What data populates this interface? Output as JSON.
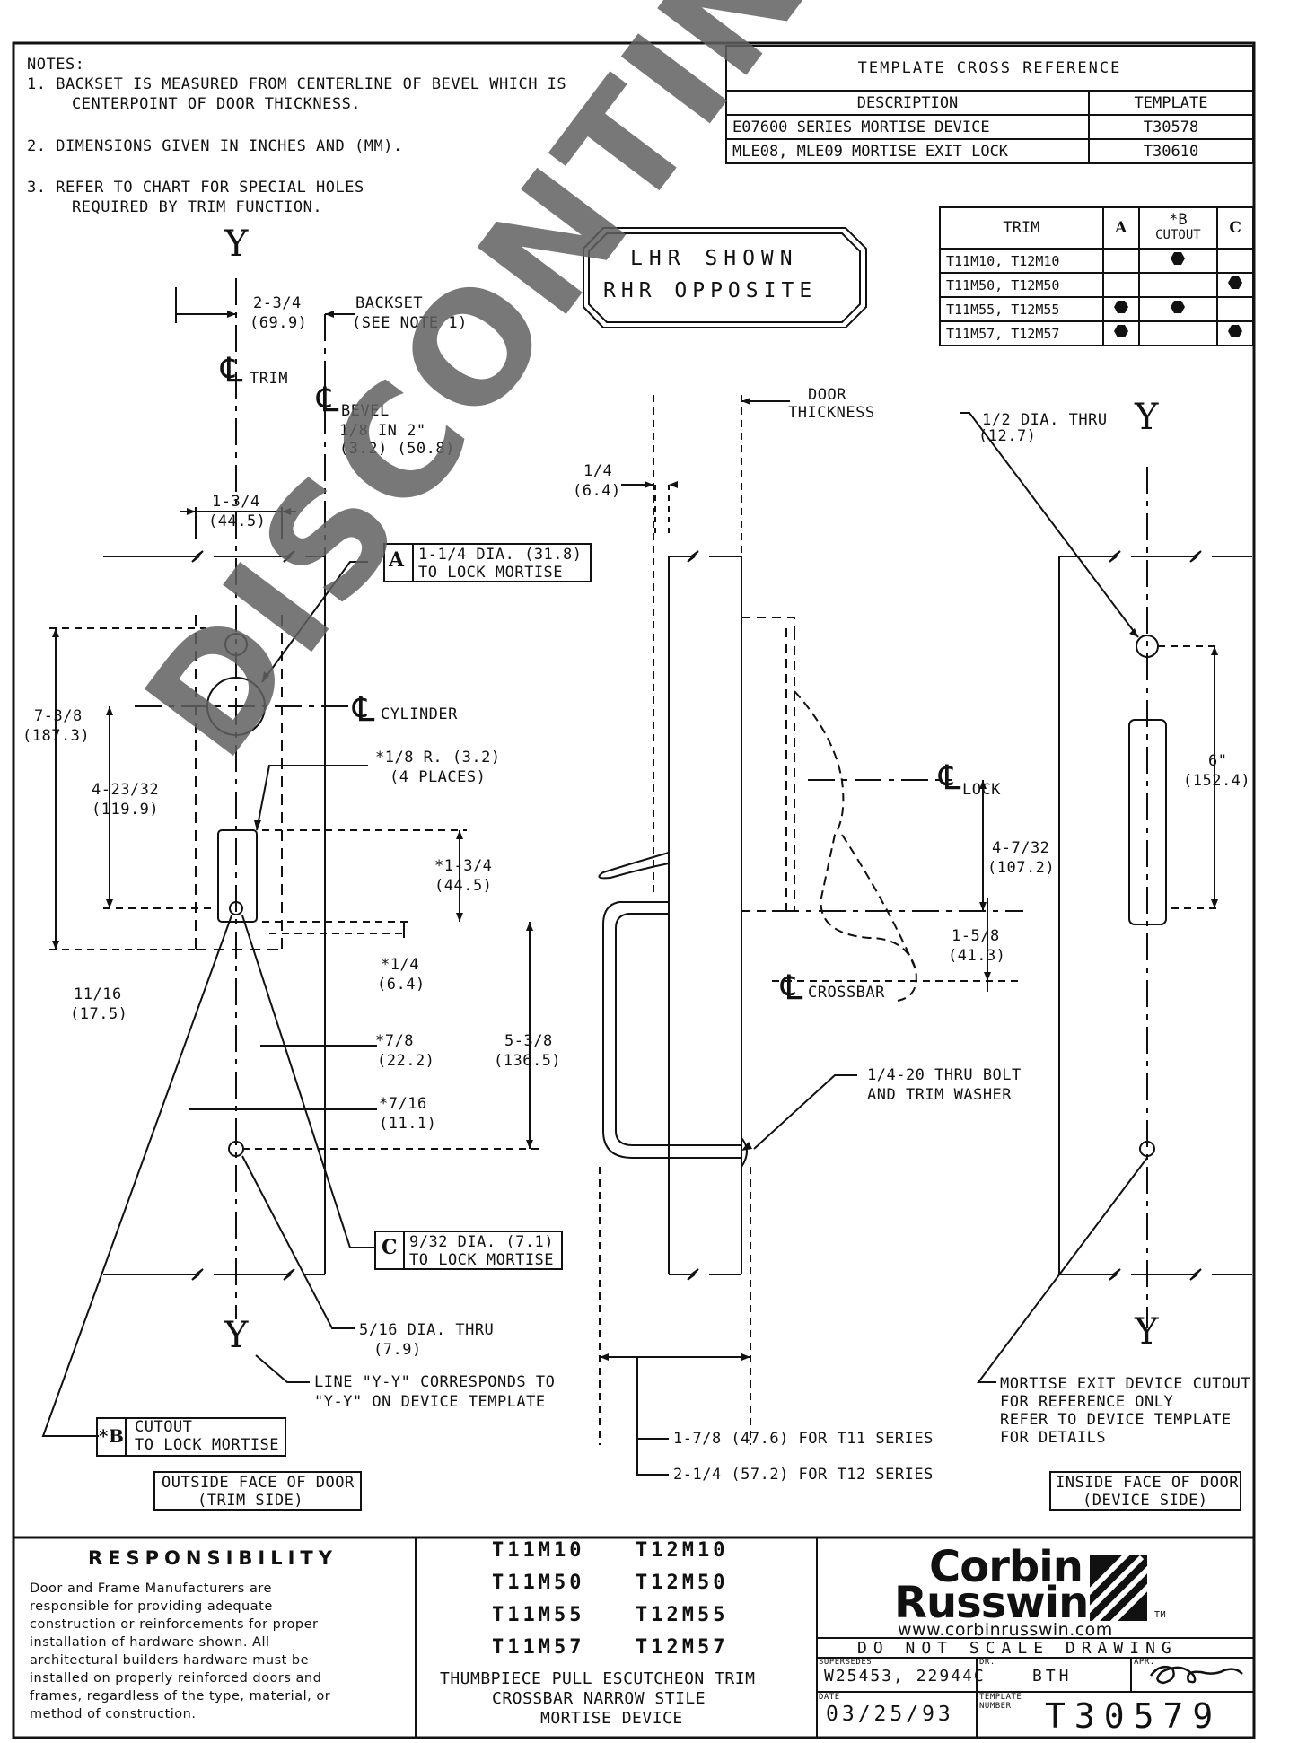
{
  "notes": {
    "heading": "NOTES:",
    "n1a": "1.  BACKSET IS MEASURED FROM CENTERLINE OF BEVEL WHICH IS",
    "n1b": "CENTERPOINT OF DOOR THICKNESS.",
    "n2": "2.  DIMENSIONS GIVEN IN INCHES AND (MM).",
    "n3a": "3.  REFER TO CHART FOR SPECIAL HOLES",
    "n3b": "REQUIRED BY TRIM FUNCTION."
  },
  "xref": {
    "title": "TEMPLATE CROSS REFERENCE",
    "col_desc": "DESCRIPTION",
    "col_tmpl": "TEMPLATE",
    "rows": [
      {
        "desc": "E07600 SERIES MORTISE DEVICE",
        "tmpl": "T30578"
      },
      {
        "desc": "MLE08, MLE09 MORTISE EXIT LOCK",
        "tmpl": "T30610"
      }
    ]
  },
  "trim": {
    "col_trim": "TRIM",
    "col_a": "A",
    "col_b": "*B",
    "col_b2": "CUTOUT",
    "col_c": "C",
    "rows": [
      {
        "label": "T11M10, T12M10",
        "a": false,
        "b": true,
        "c": false
      },
      {
        "label": "T11M50, T12M50",
        "a": false,
        "b": false,
        "c": true
      },
      {
        "label": "T11M55, T12M55",
        "a": true,
        "b": true,
        "c": false
      },
      {
        "label": "T11M57, T12M57",
        "a": true,
        "b": false,
        "c": true
      }
    ]
  },
  "hand": {
    "l1": "LHR SHOWN",
    "l2": "RHR OPPOSITE"
  },
  "labels": {
    "y": "Y",
    "cl": "℄",
    "trim": "TRIM",
    "bevel": "BEVEL",
    "bevel2": "1/8 IN 2\"",
    "bevel3": "(3.2) (50.8)",
    "backset": "BACKSET",
    "backset2": "(SEE NOTE 1)",
    "d234": "2-3/4",
    "d234mm": "(69.9)",
    "d134": "1-3/4",
    "d134mm": "(44.5)",
    "a_dia": "1-1/4 DIA. (31.8)",
    "a_to": "TO LOCK MORTISE",
    "boxA": "A",
    "cyl": "CYLINDER",
    "d738": "7-3/8",
    "d738mm": "(187.3)",
    "d42332": "4-23/32",
    "d42332mm": "(119.9)",
    "r18": "*1/8 R. (3.2)",
    "r18b": "(4 PLACES)",
    "s134": "*1-3/4",
    "s134mm": "(44.5)",
    "s14": "*1/4",
    "s14mm": "(6.4)",
    "d1116": "11/16",
    "d1116mm": "(17.5)",
    "s78": "*7/8",
    "s78mm": "(22.2)",
    "d538": "5-3/8",
    "d538mm": "(136.5)",
    "s716": "*7/16",
    "s716mm": "(11.1)",
    "c_dia": "9/32 DIA. (7.1)",
    "c_to": "TO LOCK MORTISE",
    "boxC": "C",
    "d516": "5/16 DIA. THRU",
    "d516mm": "(7.9)",
    "lineyy": "LINE \"Y-Y\" CORRESPONDS TO",
    "lineyy2": "\"Y-Y\" ON DEVICE TEMPLATE",
    "boxB": "*B",
    "b_cut": "CUTOUT",
    "b_to": "TO LOCK MORTISE",
    "outside": "OUTSIDE FACE OF DOOR",
    "outside2": "(TRIM SIDE)",
    "door": "DOOR",
    "door2": "THICKNESS",
    "d14": "1/4",
    "d14mm": "(6.4)",
    "lock": "LOCK",
    "d4732": "4-7/32",
    "d4732mm": "(107.2)",
    "d158": "1-5/8",
    "d158mm": "(41.3)",
    "crossbar": "CROSSBAR",
    "bolt": "1/4-20 THRU BOLT",
    "bolt2": "AND TRIM WASHER",
    "t11": "1-7/8 (47.6) FOR T11 SERIES",
    "t12": "2-1/4 (57.2) FOR T12 SERIES",
    "half": "1/2 DIA. THRU",
    "halfmm": "(12.7)",
    "six": "6\"",
    "sixmm": "(152.4)",
    "mort1": "MORTISE EXIT DEVICE CUTOUT",
    "mort2": "FOR REFERENCE ONLY",
    "mort3": "REFER TO DEVICE TEMPLATE",
    "mort4": "FOR DETAILS",
    "inside": "INSIDE FACE OF DOOR",
    "inside2": "(DEVICE SIDE)"
  },
  "footer": {
    "resp_title": "RESPONSIBILITY",
    "resp_text": "Door and Frame Manufacturers are responsible for providing adequate construction or reinforcements for proper installation of hardware shown. All architectural builders hardware must be installed on properly reinforced doors and frames, regardless of the type, material, or method of construction.",
    "models": [
      [
        "T11M10",
        "T12M10"
      ],
      [
        "T11M50",
        "T12M50"
      ],
      [
        "T11M55",
        "T12M55"
      ],
      [
        "T11M57",
        "T12M57"
      ]
    ],
    "desc1": "THUMBPIECE PULL ESCUTCHEON TRIM",
    "desc2": "CROSSBAR NARROW STILE",
    "desc3": "MORTISE DEVICE",
    "brand1": "Corbin",
    "brand2": "Russwin",
    "tm": "TM",
    "url": "www.corbinrusswin.com",
    "dns": "DO NOT SCALE DRAWING",
    "supersedes_lbl": "SUPERSEDES",
    "supersedes": "W25453, 22944C",
    "dr_lbl": "DR.",
    "dr": "BTH",
    "apr_lbl": "APR.",
    "date_lbl": "DATE",
    "date": "03/25/93",
    "tn_lbl1": "TEMPLATE",
    "tn_lbl2": "NUMBER",
    "tn": "T30579"
  },
  "watermark": "DISCONTINUED"
}
